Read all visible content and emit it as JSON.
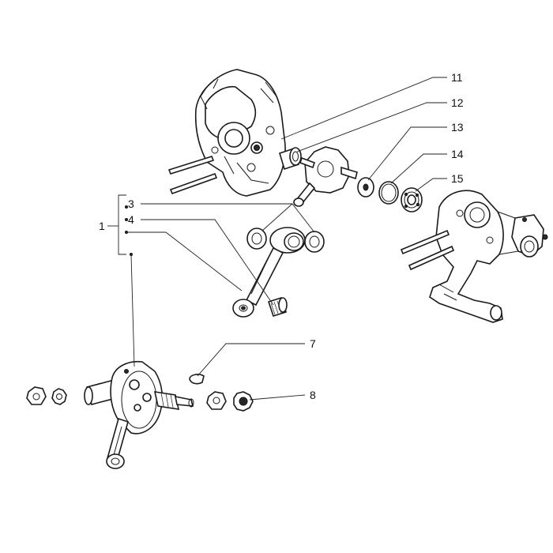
{
  "diagram": {
    "labels": {
      "l1": "1",
      "l3": "3",
      "l4": "4",
      "l7": "7",
      "l8": "8",
      "l11": "11",
      "l12": "12",
      "l13": "13",
      "l14": "14",
      "l15": "15"
    },
    "parts": [
      "left-crankcase-half",
      "main-bearing",
      "crankshaft-small",
      "thrust-washer",
      "o-ring",
      "ball-bearing",
      "right-crankcase-half",
      "connecting-rod-kit",
      "shim-washers",
      "small-end-needle-bearing",
      "crankshaft-assembly",
      "woodruff-key",
      "crank-nut",
      "lock-washer",
      "pinion-nut",
      "pinion-gear"
    ]
  }
}
